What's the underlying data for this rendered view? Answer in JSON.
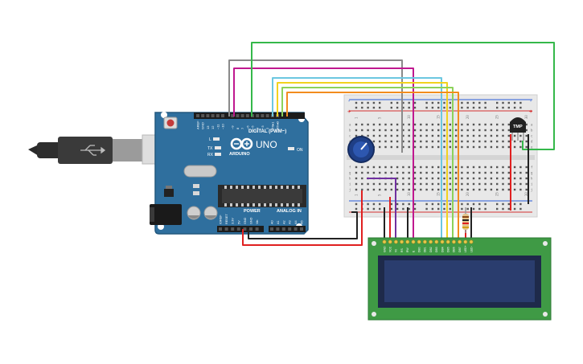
{
  "arduino": {
    "brand": "ARDUINO",
    "model": "UNO",
    "digital_header": "DIGITAL (PWM~)",
    "power_header": "POWER",
    "analog_header": "ANALOG IN",
    "on_label": "ON",
    "l_label": "L",
    "tx_label": "TX",
    "rx_label": "RX",
    "top_pin_labels": [
      "AREF",
      "GND",
      "13",
      "12",
      "~11",
      "~10",
      "~9",
      "8",
      "7",
      "~6",
      "~5",
      "4",
      "~3",
      "2",
      "TX▸1",
      "RX◂0"
    ],
    "power_pin_labels": [
      "IOREF",
      "RESET",
      "3.3V",
      "5V",
      "GND",
      "GND",
      "Vin"
    ],
    "analog_pin_labels": [
      "A0",
      "A1",
      "A2",
      "A3",
      "A4",
      "A5"
    ]
  },
  "breadboard": {
    "column_numbers": [
      "1",
      "5",
      "10",
      "15",
      "20",
      "25",
      "30"
    ],
    "row_letters": [
      "a",
      "b",
      "c",
      "d",
      "e",
      "f",
      "g",
      "h",
      "i",
      "j"
    ],
    "rail_plus": "+",
    "rail_minus": "-"
  },
  "sensor": {
    "label": "TMP"
  },
  "lcd": {
    "pin_labels": [
      "GND",
      "VCC",
      "V0",
      "RS",
      "RW",
      "E",
      "DB0",
      "DB1",
      "DB2",
      "DB3",
      "DB4",
      "DB5",
      "DB6",
      "DB7",
      "LED+",
      "LED-"
    ]
  },
  "colors": {
    "board": "#2f6f9e",
    "breadboard": "#e8e8e8",
    "lcd_pcb": "#3f9a45",
    "lcd_screen": "#2a3d6e",
    "wire_gray": "#8a8a8a",
    "wire_magenta": "#c0188f",
    "wire_green": "#35b84a",
    "wire_lightblue": "#6cc7e0",
    "wire_yellow": "#f2d21e",
    "wire_lightgreen": "#8cd25a",
    "wire_orange": "#f28c1e",
    "wire_red": "#e02020",
    "wire_black": "#222222",
    "wire_purple": "#7030a0"
  }
}
